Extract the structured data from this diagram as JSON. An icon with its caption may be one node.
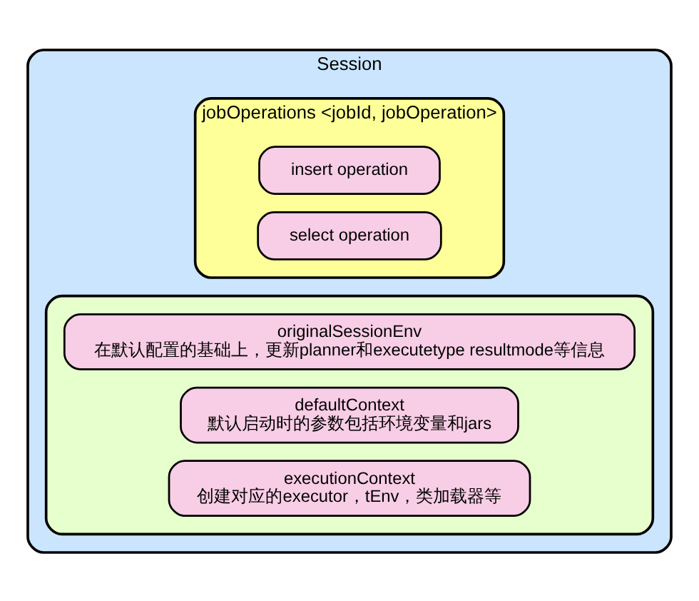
{
  "diagram": {
    "nodes": [
      {
        "text": [
          "Session"
        ]
      },
      {
        "text": [
          "jobOperations <jobId, jobOperation>"
        ],
        "in": 0
      },
      {
        "text": [
          "insert operation"
        ],
        "in": 1
      },
      {
        "text": [
          "select operation"
        ],
        "in": 1
      },
      {
        "text": [],
        "shape": "box",
        "in": 0
      },
      {
        "text": [
          "originalSessionEnv",
          "在默认配置的基础上，更新planner和executetype resultmode等信息"
        ],
        "in": 4
      },
      {
        "text": [
          "defaultContext",
          "默认启动时的参数包括环境变量和jars"
        ],
        "in": 4
      },
      {
        "text": [
          "executionContext",
          "创建对应的executor，tEnv，类加载器等"
        ],
        "in": 4
      }
    ]
  }
}
